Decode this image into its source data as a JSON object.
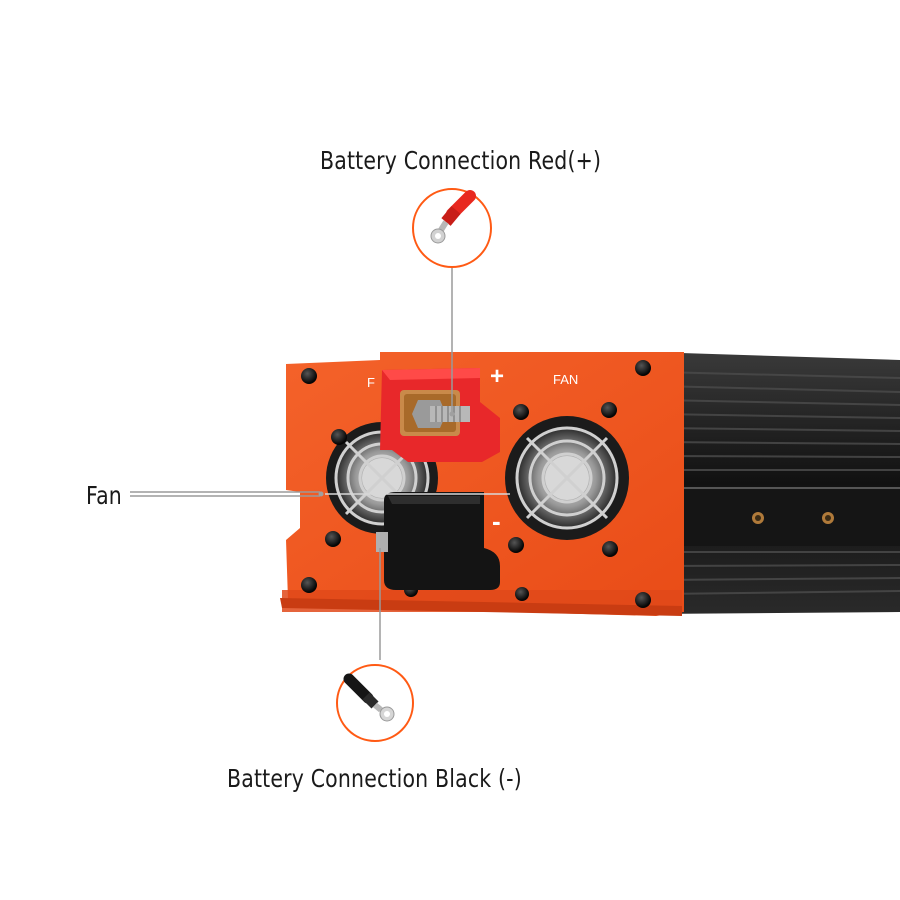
{
  "callouts": {
    "battery_red": "Battery Connection Red(+)",
    "fan": "Fan",
    "battery_black": "Battery Connection Black (-)"
  },
  "panel": {
    "fan_label_left": "F",
    "fan_label_right": "FAN",
    "positive_symbol": "+",
    "negative_symbol": "-"
  },
  "colors": {
    "accent_orange": "#f2541f",
    "callout_ring": "#ff5a14",
    "housing_black": "#1a1a1a",
    "terminal_red": "#e8282a",
    "terminal_black": "#141414"
  },
  "icons": {
    "red_cable": "red-ring-terminal-cable-icon",
    "black_cable": "black-ring-terminal-cable-icon"
  }
}
